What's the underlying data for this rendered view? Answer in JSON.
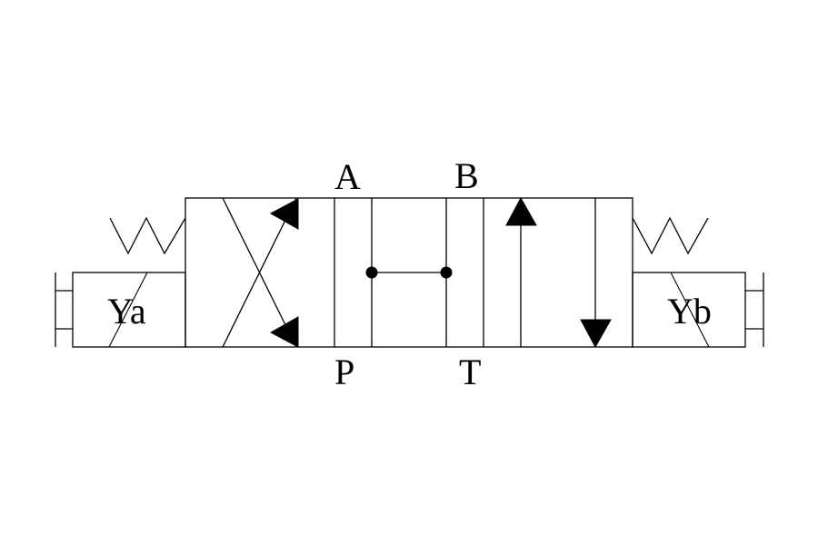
{
  "ports": {
    "a": "A",
    "b": "B",
    "p": "P",
    "t": "T"
  },
  "solenoids": {
    "left": "Ya",
    "right": "Yb"
  },
  "colors": {
    "stroke": "#000000",
    "background": "#ffffff"
  }
}
